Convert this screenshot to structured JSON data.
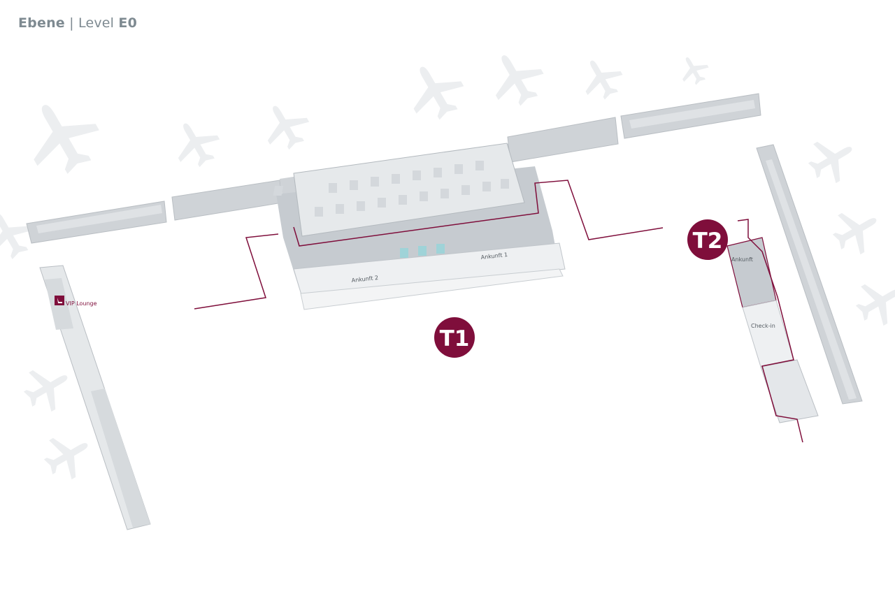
{
  "header": {
    "level_de": "Ebene",
    "separator": "|",
    "level_en": "Level",
    "level_code": "E0"
  },
  "terminals": {
    "t1": "T1",
    "t2": "T2"
  },
  "labels": {
    "arrival_1": "Ankunft 1",
    "arrival_2": "Ankunft 2",
    "arrival_t2": "Ankunft",
    "checkin_t2": "Check-in",
    "vip_lounge": "VIP Lounge"
  },
  "icons": {
    "vip": "seat-icon",
    "background": "airplane-icon"
  },
  "colors": {
    "brand": "#7f0e3b",
    "building": "#c9ced2",
    "building_light": "#e4e7ea",
    "background_plane": "#eceef0",
    "title": "#7e8a91"
  }
}
